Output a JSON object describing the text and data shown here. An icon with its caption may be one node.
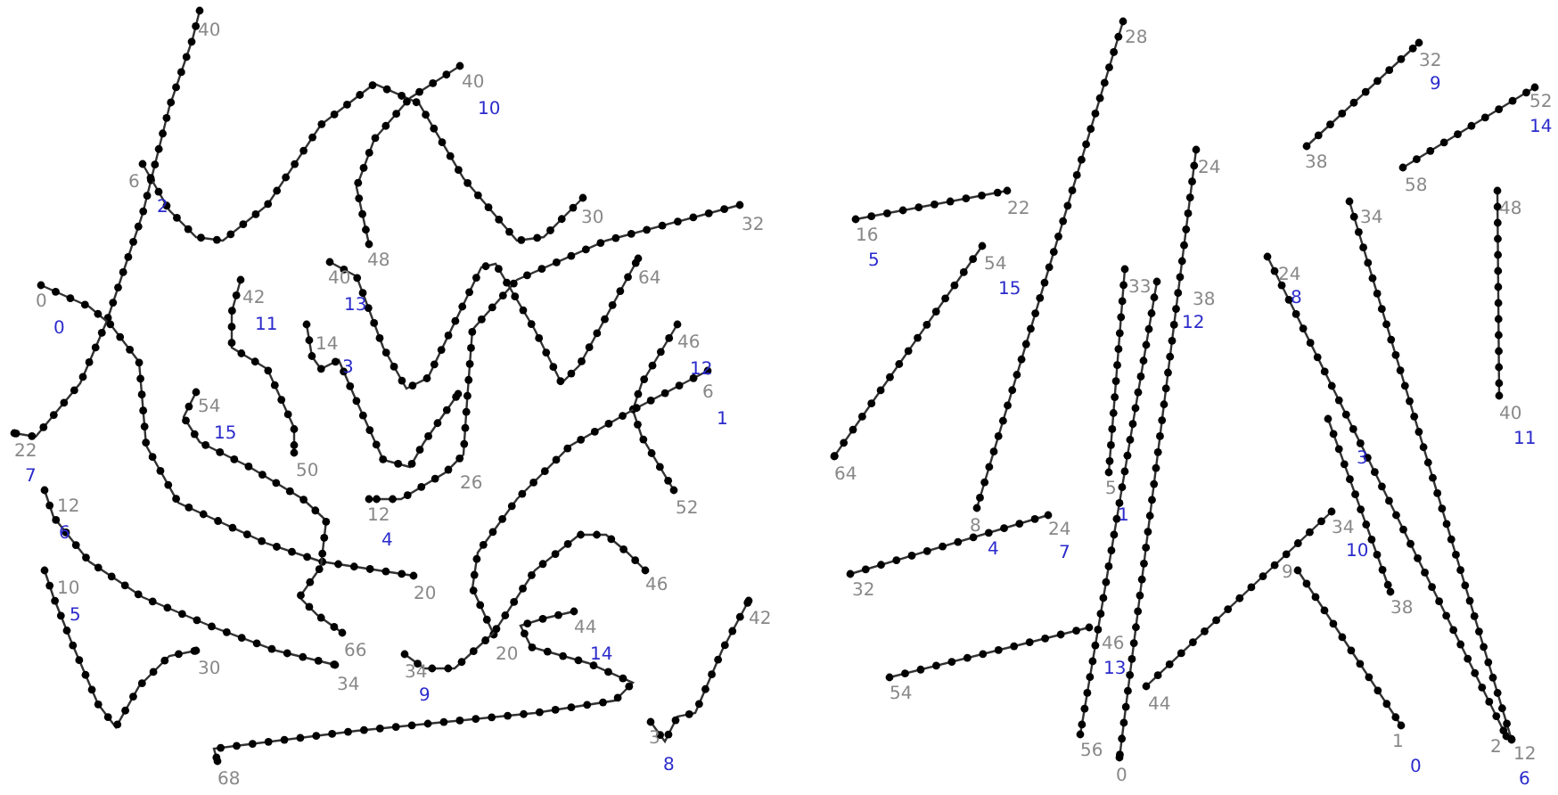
{
  "diagram": {
    "labels": [
      "40",
      "40",
      "10",
      "6",
      "2",
      "30",
      "32",
      "48",
      "40",
      "64",
      "42",
      "0",
      "13",
      "11",
      "0",
      "46",
      "14",
      "3",
      "12",
      "6",
      "54",
      "1",
      "15",
      "22",
      "50",
      "7",
      "26",
      "12",
      "52",
      "12",
      "6",
      "4",
      "10",
      "46",
      "20",
      "5",
      "42",
      "44",
      "66",
      "14",
      "20",
      "30",
      "34",
      "34",
      "9",
      "3",
      "8",
      "68",
      "28",
      "32",
      "9",
      "52",
      "14",
      "38",
      "24",
      "58",
      "22",
      "48",
      "34",
      "16",
      "5",
      "54",
      "24",
      "33",
      "15",
      "8",
      "38",
      "12",
      "40",
      "11",
      "3",
      "64",
      "5",
      "1",
      "8",
      "24",
      "34",
      "4",
      "7",
      "10",
      "9",
      "32",
      "38",
      "46",
      "13",
      "54",
      "44",
      "1",
      "2",
      "12",
      "0",
      "56",
      "0",
      "6"
    ]
  }
}
